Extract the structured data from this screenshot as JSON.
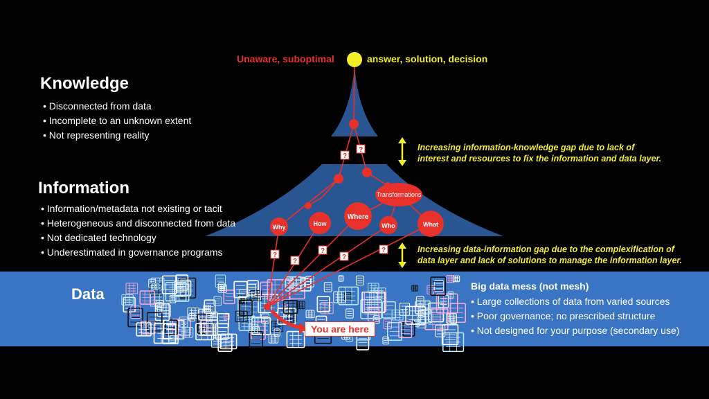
{
  "top": {
    "left_label": "Unaware, suboptimal",
    "right_label": "answer, solution, decision"
  },
  "knowledge": {
    "title": "Knowledge",
    "bullets": [
      "Disconnected from data",
      "Incomplete to an unknown extent",
      "Not representing reality"
    ]
  },
  "information": {
    "title": "Information",
    "bullets": [
      "Information/metadata not existing or tacit",
      "Heterogeneous and disconnected from data",
      "Not dedicated technology",
      "Underestimated in governance programs"
    ]
  },
  "data": {
    "title": "Data",
    "mess_title": "Big data mess (not mesh)",
    "bullets": [
      "Large collections of data from varied sources",
      "Poor governance; no prescribed structure",
      "Not designed for your purpose (secondary use)"
    ],
    "you_are_here": "You are here"
  },
  "gaps": {
    "info_knowledge": [
      "Increasing information-knowledge gap due to lack of",
      "interest and resources to fix the information and data layer."
    ],
    "data_info": [
      "Increasing data-information gap due to the complexification of",
      "data layer and lack of solutions to manage the information layer."
    ]
  },
  "nodes": {
    "transformations": "Transformations",
    "why": "Why",
    "how": "How",
    "where": "Where",
    "who": "Who",
    "what": "What",
    "question": "?"
  },
  "colors": {
    "background": "#000000",
    "pyramid": "#2a5593",
    "data_band": "#3a75c4",
    "node_red": "#e8312a",
    "yellow": "#f2ee2a"
  }
}
